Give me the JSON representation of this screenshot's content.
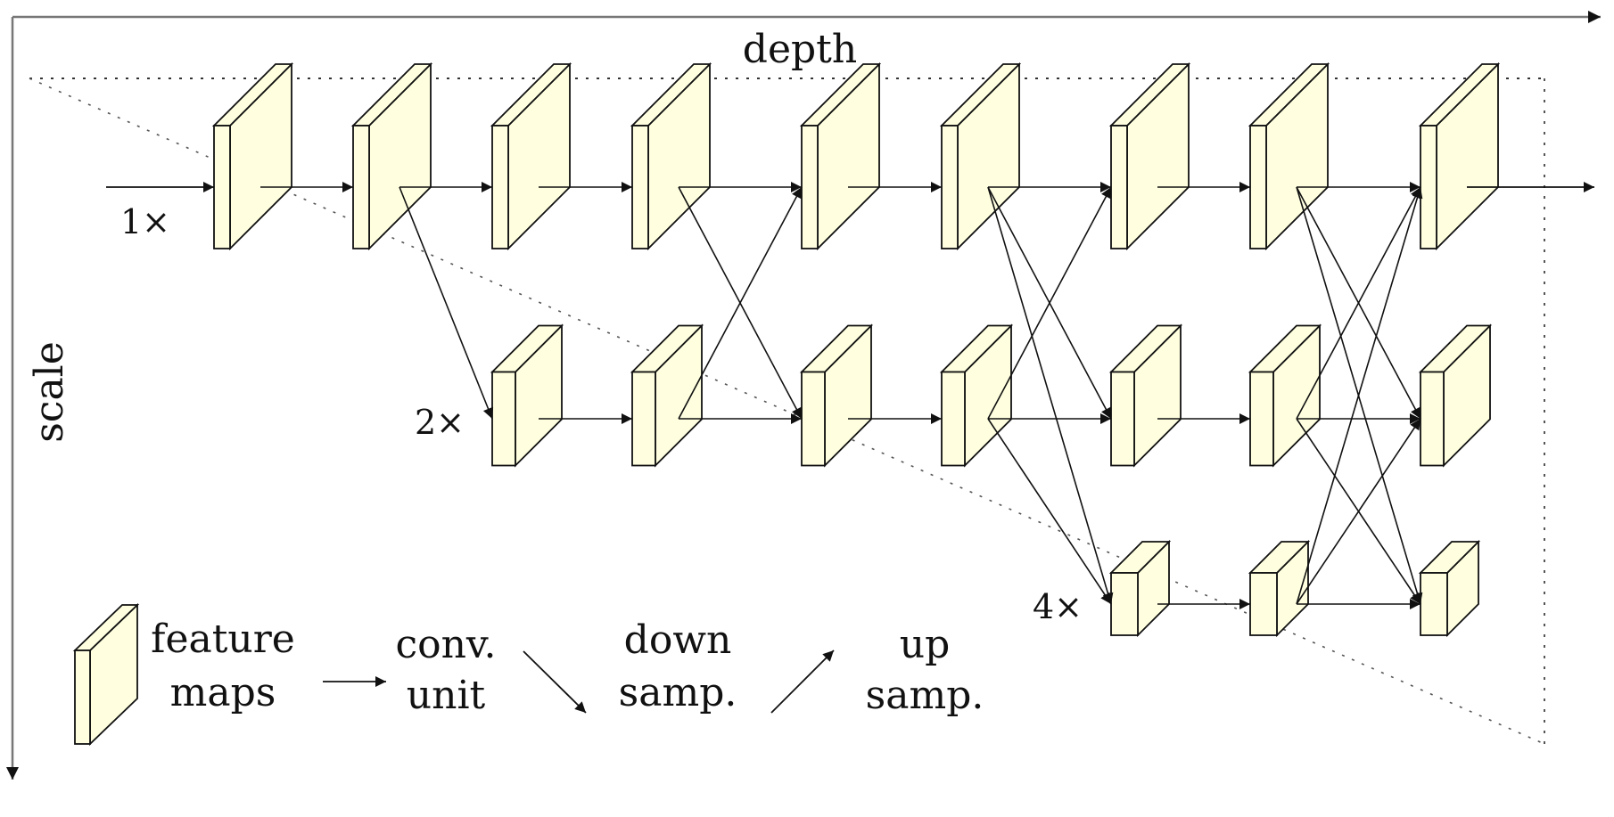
{
  "axes": {
    "x_label": "depth",
    "y_label": "scale"
  },
  "colors": {
    "feature_map_fill": "#ffffe0",
    "stroke": "#111111",
    "axis": "#777777",
    "dotted": "#333333"
  },
  "scales": [
    {
      "label": "1×"
    },
    {
      "label": "2×"
    },
    {
      "label": "4×"
    }
  ],
  "stages": 9,
  "feature_maps": [
    {
      "stage": 0,
      "scale": 0
    },
    {
      "stage": 1,
      "scale": 0
    },
    {
      "stage": 2,
      "scale": 0
    },
    {
      "stage": 3,
      "scale": 0
    },
    {
      "stage": 4,
      "scale": 0
    },
    {
      "stage": 5,
      "scale": 0
    },
    {
      "stage": 6,
      "scale": 0
    },
    {
      "stage": 7,
      "scale": 0
    },
    {
      "stage": 8,
      "scale": 0
    },
    {
      "stage": 2,
      "scale": 1
    },
    {
      "stage": 3,
      "scale": 1
    },
    {
      "stage": 4,
      "scale": 1
    },
    {
      "stage": 5,
      "scale": 1
    },
    {
      "stage": 6,
      "scale": 1
    },
    {
      "stage": 7,
      "scale": 1
    },
    {
      "stage": 8,
      "scale": 1
    },
    {
      "stage": 6,
      "scale": 2
    },
    {
      "stage": 7,
      "scale": 2
    },
    {
      "stage": 8,
      "scale": 2
    }
  ],
  "connections": [
    {
      "from": [
        0,
        0
      ],
      "to": [
        1,
        0
      ],
      "type": "conv"
    },
    {
      "from": [
        1,
        0
      ],
      "to": [
        2,
        0
      ],
      "type": "conv"
    },
    {
      "from": [
        1,
        0
      ],
      "to": [
        2,
        1
      ],
      "type": "down"
    },
    {
      "from": [
        2,
        0
      ],
      "to": [
        3,
        0
      ],
      "type": "conv"
    },
    {
      "from": [
        2,
        1
      ],
      "to": [
        3,
        1
      ],
      "type": "conv"
    },
    {
      "from": [
        3,
        0
      ],
      "to": [
        4,
        0
      ],
      "type": "conv"
    },
    {
      "from": [
        3,
        0
      ],
      "to": [
        4,
        1
      ],
      "type": "down"
    },
    {
      "from": [
        3,
        1
      ],
      "to": [
        4,
        0
      ],
      "type": "up"
    },
    {
      "from": [
        3,
        1
      ],
      "to": [
        4,
        1
      ],
      "type": "conv"
    },
    {
      "from": [
        4,
        0
      ],
      "to": [
        5,
        0
      ],
      "type": "conv"
    },
    {
      "from": [
        4,
        1
      ],
      "to": [
        5,
        1
      ],
      "type": "conv"
    },
    {
      "from": [
        5,
        0
      ],
      "to": [
        6,
        0
      ],
      "type": "conv"
    },
    {
      "from": [
        5,
        0
      ],
      "to": [
        6,
        1
      ],
      "type": "down"
    },
    {
      "from": [
        5,
        0
      ],
      "to": [
        6,
        2
      ],
      "type": "down"
    },
    {
      "from": [
        5,
        1
      ],
      "to": [
        6,
        0
      ],
      "type": "up"
    },
    {
      "from": [
        5,
        1
      ],
      "to": [
        6,
        1
      ],
      "type": "conv"
    },
    {
      "from": [
        5,
        1
      ],
      "to": [
        6,
        2
      ],
      "type": "down"
    },
    {
      "from": [
        6,
        0
      ],
      "to": [
        7,
        0
      ],
      "type": "conv"
    },
    {
      "from": [
        6,
        1
      ],
      "to": [
        7,
        1
      ],
      "type": "conv"
    },
    {
      "from": [
        6,
        2
      ],
      "to": [
        7,
        2
      ],
      "type": "conv"
    },
    {
      "from": [
        7,
        0
      ],
      "to": [
        8,
        0
      ],
      "type": "conv"
    },
    {
      "from": [
        7,
        0
      ],
      "to": [
        8,
        1
      ],
      "type": "down"
    },
    {
      "from": [
        7,
        0
      ],
      "to": [
        8,
        2
      ],
      "type": "down"
    },
    {
      "from": [
        7,
        1
      ],
      "to": [
        8,
        0
      ],
      "type": "up"
    },
    {
      "from": [
        7,
        1
      ],
      "to": [
        8,
        1
      ],
      "type": "conv"
    },
    {
      "from": [
        7,
        1
      ],
      "to": [
        8,
        2
      ],
      "type": "down"
    },
    {
      "from": [
        7,
        2
      ],
      "to": [
        8,
        0
      ],
      "type": "up"
    },
    {
      "from": [
        7,
        2
      ],
      "to": [
        8,
        1
      ],
      "type": "up"
    },
    {
      "from": [
        7,
        2
      ],
      "to": [
        8,
        2
      ],
      "type": "conv"
    }
  ],
  "legend": {
    "feature_maps": [
      "feature",
      "maps"
    ],
    "conv_unit": [
      "conv.",
      "unit"
    ],
    "down_sampling": [
      "down",
      "samp."
    ],
    "up_sampling": [
      "up",
      "samp."
    ]
  }
}
